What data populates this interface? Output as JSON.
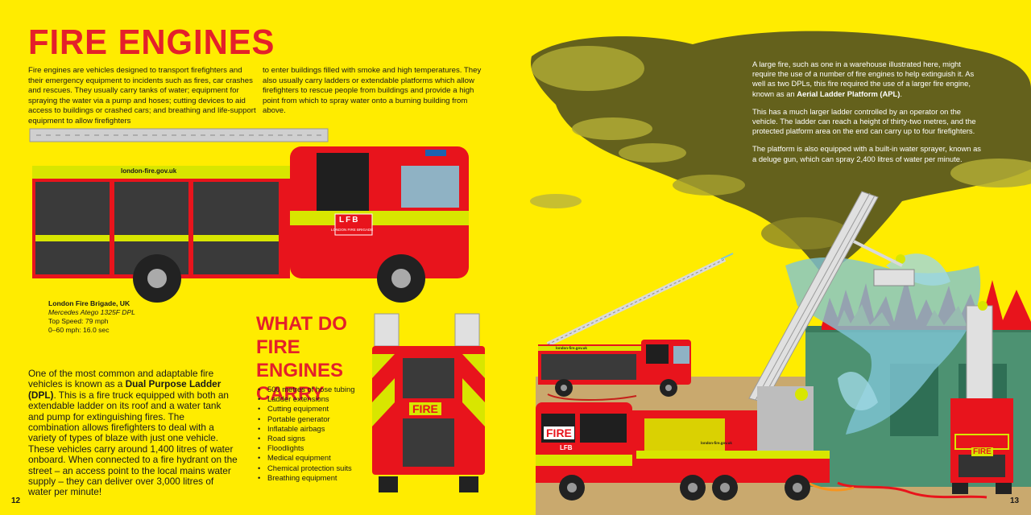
{
  "left_page": {
    "title": "FIRE ENGINES",
    "intro_col1": "Fire engines are vehicles designed to transport firefighters and their emergency equipment to incidents such as fires, car crashes and rescues. They usually carry tanks of water; equipment for spraying the water via a pump and hoses; cutting devices to aid access to buildings or crashed cars; and breathing and life-support equipment to allow firefighters",
    "intro_col2": "to enter buildings filled with smoke and high temperatures. They also usually carry ladders or extendable platforms which allow firefighters to rescue people from buildings and provide a high point from which to spray water onto a burning building from above.",
    "truck_side_url": "london-fire.gov.uk",
    "truck_side_logo": "LFB",
    "truck_side_logo_sub": "LONDON FIRE BRIGADE",
    "caption": {
      "name": "London Fire Brigade, UK",
      "model": "Mercedes Atego 1325F DPL",
      "top_speed": "Top Speed: 79 mph",
      "accel": "0–60 mph: 16.0 sec"
    },
    "body": {
      "part1": "One of the most common and adaptable fire vehicles is known as a ",
      "bold": "Dual Purpose Ladder (DPL)",
      "part2": ". This is a fire truck equipped with both an extendable ladder on its roof and a water tank and pump for extinguishing fires. The combination allows firefighters to deal with a variety of types of blaze with just one vehicle. These vehicles carry around 1,400 litres of water onboard. When connected to a fire hydrant on the street – an access point to the local mains water supply – they can deliver over 3,000 litres of water per minute!"
    },
    "subheading": "WHAT DO FIRE ENGINES CARRY",
    "carry_list": [
      "500 metres of hose tubing",
      "Ladder extensions",
      "Cutting equipment",
      "Portable generator",
      "Inflatable airbags",
      "Road signs",
      "Floodlights",
      "Medical equipment",
      "Chemical protection suits",
      "Breathing equipment"
    ],
    "truck_rear_label": "FIRE",
    "page_number": "12"
  },
  "right_page": {
    "para1_a": "A large fire, such as one in a warehouse illustrated here, might require the use of a number of fire engines to help extinguish it. As well as two DPLs, this fire required the use of a larger fire engine, known as an ",
    "para1_bold": "Aerial Ladder Platform (APL)",
    "para1_b": ".",
    "para2": "This has a much larger ladder controlled by an operator on the vehicle. The ladder can reach a height of thirty-two metres, and the protected platform area on the end can carry up to four firefighters.",
    "para3": "The platform is also equipped with a built-in water sprayer, known as a deluge gun, which can spray 2,400 litres of water per minute.",
    "small_truck_url": "london-fire.gov.uk",
    "apl_label": "FIRE",
    "apl_logo": "LFB",
    "apl_url": "london-fire.gov.uk",
    "rear_truck_label": "FIRE",
    "page_number": "13"
  },
  "colors": {
    "background": "#ffec00",
    "title_red": "#e4202a",
    "truck_red": "#e8141c",
    "hi_vis_yellow": "#d8e600",
    "smoke": "#5a5a22",
    "ground": "#c9a96e",
    "building": "#4a8c6e"
  }
}
